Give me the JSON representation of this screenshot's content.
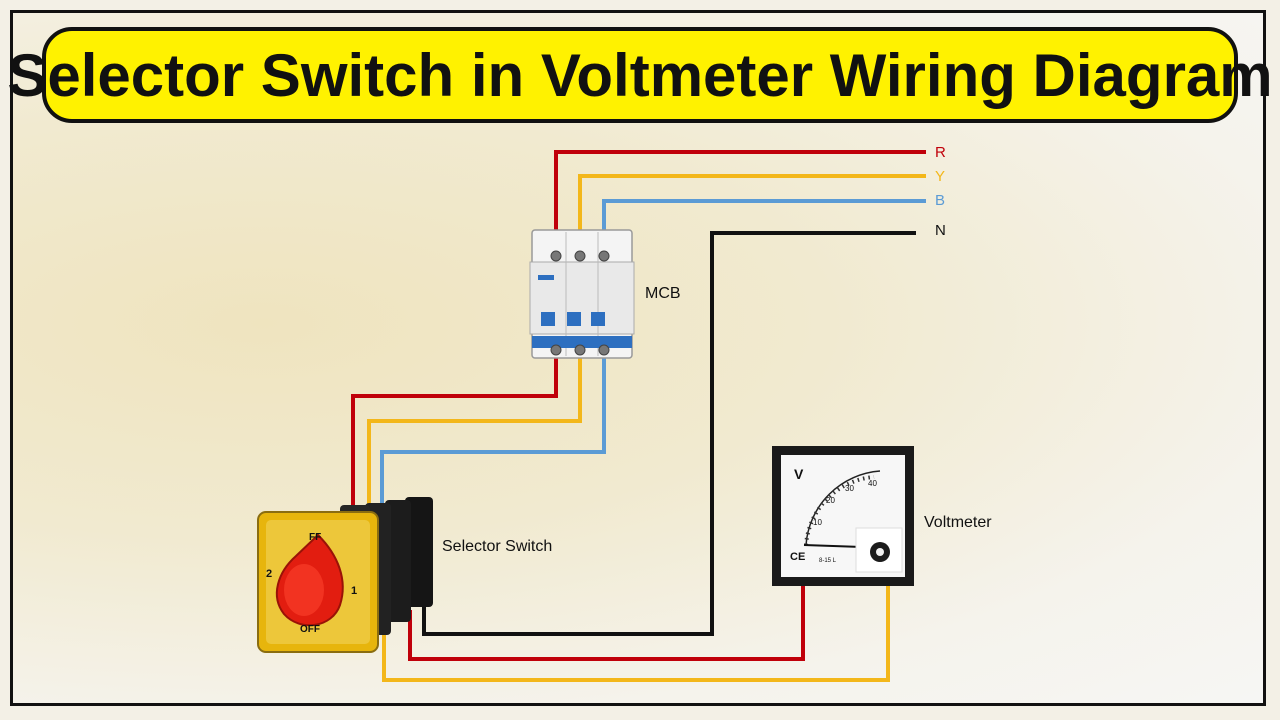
{
  "title": "Selector Switch in Voltmeter Wiring Diagram",
  "phases": [
    {
      "label": "R",
      "color": "#c0000a"
    },
    {
      "label": "Y",
      "color": "#f3b71a"
    },
    {
      "label": "B",
      "color": "#5b9bd5"
    },
    {
      "label": "N",
      "color": "#111111"
    }
  ],
  "components": {
    "mcb": {
      "label": "MCB"
    },
    "selector_switch": {
      "label": "Selector Switch",
      "knob_marks": [
        "FF",
        "2",
        "1",
        "OFF"
      ]
    },
    "voltmeter": {
      "label": "Voltmeter",
      "unit": "V",
      "scale": [
        "10",
        "20",
        "30",
        "40"
      ],
      "mark": "CE",
      "small_text": "8-15 L"
    }
  }
}
